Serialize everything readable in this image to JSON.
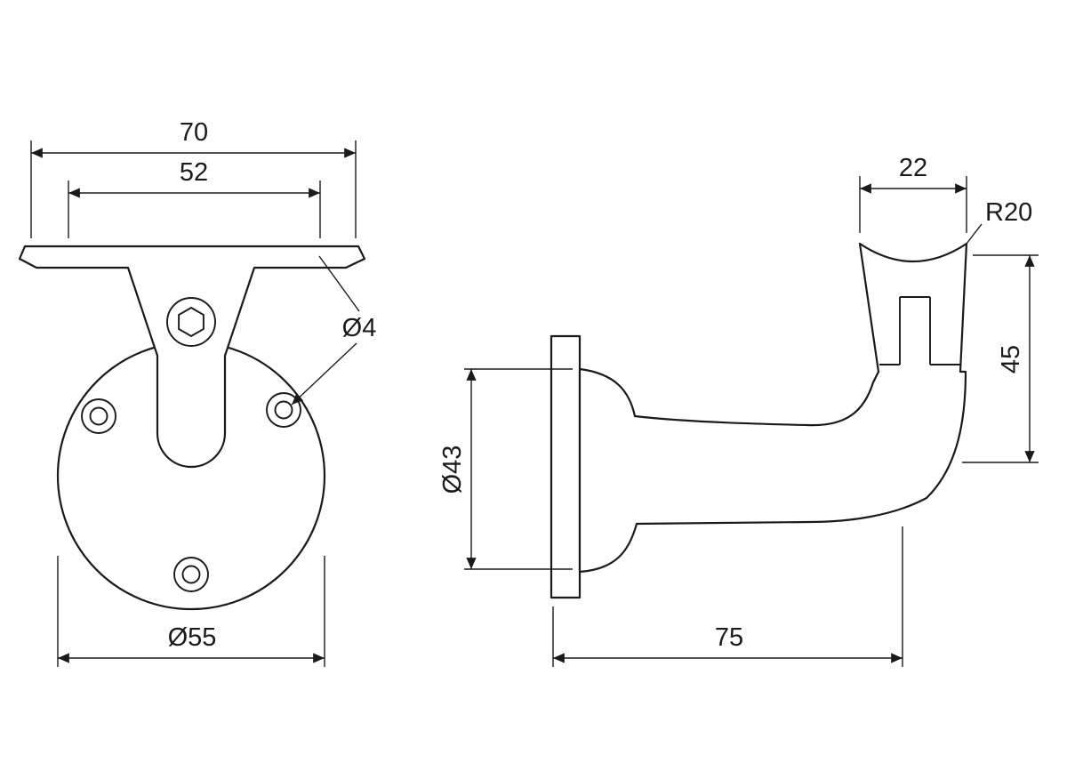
{
  "front": {
    "dim_top_width": "70",
    "dim_saddle_width": "52",
    "dim_hole_diameter": "Ø4",
    "dim_plate_diameter": "Ø55"
  },
  "side": {
    "dim_cup_width": "22",
    "dim_cup_radius": "R20",
    "dim_height": "45",
    "dim_flange_diameter": "Ø43",
    "dim_depth": "75"
  },
  "colors": {
    "line": "#1a1a1a",
    "background": "#ffffff"
  }
}
